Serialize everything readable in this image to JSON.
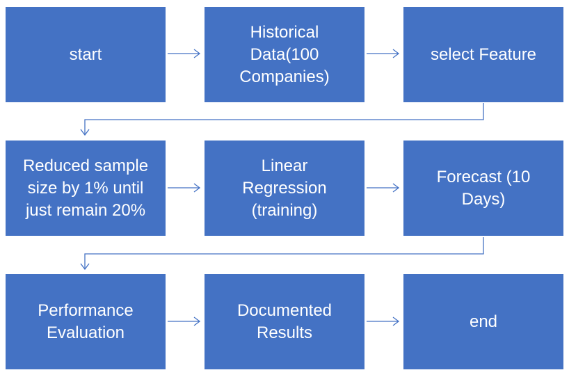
{
  "nodes": [
    {
      "id": "start",
      "label": "start"
    },
    {
      "id": "historical-data",
      "label": "Historical Data(100 Companies)"
    },
    {
      "id": "select-feature",
      "label": "select Feature"
    },
    {
      "id": "reduced-sample",
      "label": "Reduced sample size by 1% until just remain 20%"
    },
    {
      "id": "linear-regression",
      "label": "Linear Regression (training)"
    },
    {
      "id": "forecast",
      "label": "Forecast (10 Days)"
    },
    {
      "id": "performance-evaluation",
      "label": "Performance Evaluation"
    },
    {
      "id": "documented-results",
      "label": "Documented Results"
    },
    {
      "id": "end",
      "label": "end"
    }
  ],
  "edges": [
    {
      "from": "start",
      "to": "historical-data"
    },
    {
      "from": "historical-data",
      "to": "select-feature"
    },
    {
      "from": "select-feature",
      "to": "reduced-sample"
    },
    {
      "from": "reduced-sample",
      "to": "linear-regression"
    },
    {
      "from": "linear-regression",
      "to": "forecast"
    },
    {
      "from": "forecast",
      "to": "performance-evaluation"
    },
    {
      "from": "performance-evaluation",
      "to": "documented-results"
    },
    {
      "from": "documented-results",
      "to": "end"
    }
  ],
  "colors": {
    "box_fill": "#4472c4",
    "box_text": "#ffffff",
    "connector": "#4472c4"
  }
}
